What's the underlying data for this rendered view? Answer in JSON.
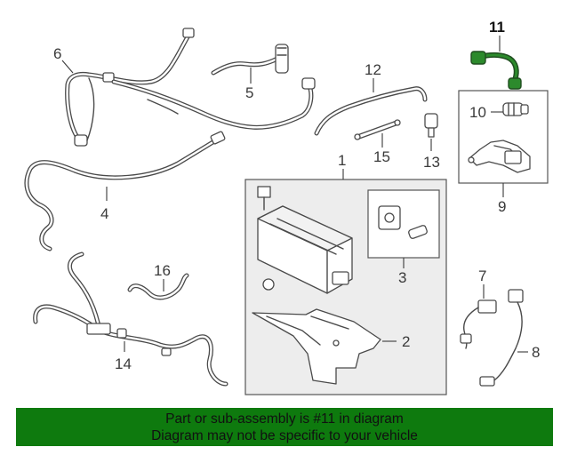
{
  "part_labels": {
    "p1": "1",
    "p2": "2",
    "p3": "3",
    "p4": "4",
    "p5": "5",
    "p6": "6",
    "p7": "7",
    "p8": "8",
    "p9": "9",
    "p10": "10",
    "p11": "11",
    "p12": "12",
    "p13": "13",
    "p14": "14",
    "p15": "15",
    "p16": "16"
  },
  "highlight": {
    "part": "11",
    "color": "#1f6b1f"
  },
  "banner": {
    "line1": "Part or sub-assembly is #11 in diagram",
    "line2": "Diagram may not be specific to your vehicle",
    "background": "#0e7a0e"
  }
}
